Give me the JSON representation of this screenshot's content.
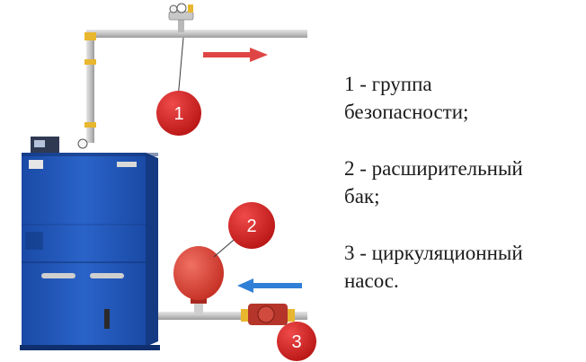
{
  "callouts": [
    {
      "number": "1",
      "label": "группа безопасности;"
    },
    {
      "number": "2",
      "label": "расширительный бак;"
    },
    {
      "number": "3",
      "label": "циркуляционный насос."
    }
  ],
  "legend": [
    {
      "text_line1": "1 - группа",
      "text_line2": "безопасности;"
    },
    {
      "text_line1": "2 - расширительный",
      "text_line2": "бак;"
    },
    {
      "text_line1": "3 - циркуляционный",
      "text_line2": "насос."
    }
  ],
  "colors": {
    "boiler": "#1f56b8",
    "boiler_dark": "#173f8c",
    "pipe": "#c9c9c9",
    "pipe_edge": "#a3a3a3",
    "fitting": "#e8b72f",
    "badge": "#d61f1f",
    "tank": "#e23b2e",
    "pump": "#b5352a",
    "arrow_supply": "#e04545",
    "arrow_return": "#2f7fd6"
  },
  "icons": {
    "supply_arrow": "arrow-right-icon",
    "return_arrow": "arrow-left-icon"
  }
}
